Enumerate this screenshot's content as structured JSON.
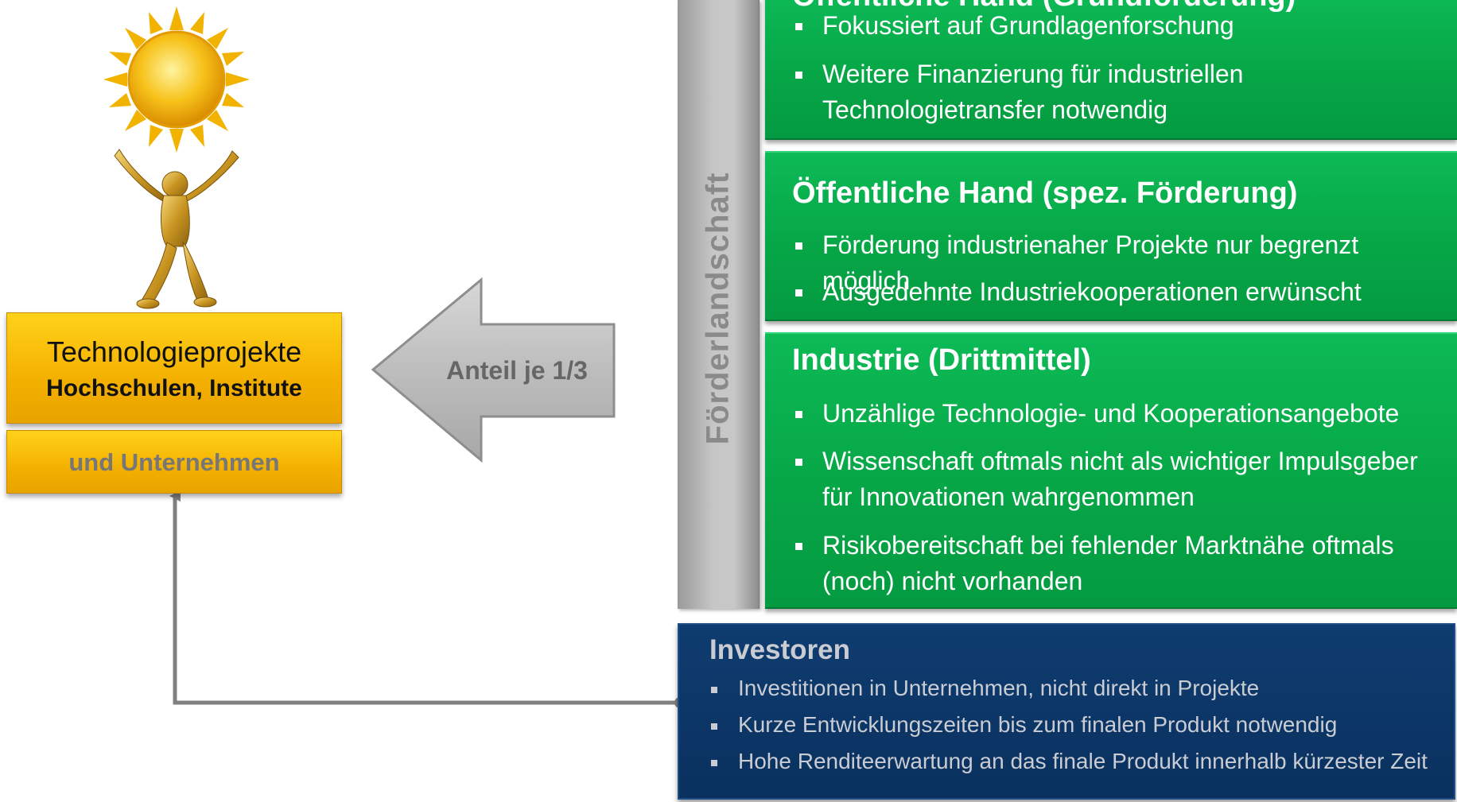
{
  "left": {
    "title": "Technologieprojekte",
    "subtitle": "Hochschulen, Institute",
    "lower": "und Unternehmen"
  },
  "arrow": {
    "label": "Anteil je 1/3"
  },
  "side_bar": {
    "label": "Förderlandschaft"
  },
  "green_boxes": [
    {
      "heading": "Öffentliche Hand (Grundförderung)",
      "bullets": [
        "Fokussiert auf Grundlagenforschung",
        "Weitere Finanzierung für industriellen Technologietransfer notwendig"
      ]
    },
    {
      "heading": "Öffentliche Hand (spez. Förderung)",
      "bullets": [
        "Förderung industrienaher Projekte nur begrenzt möglich",
        "Ausgedehnte Industriekooperationen erwünscht"
      ]
    },
    {
      "heading": "Industrie (Drittmittel)",
      "bullets": [
        "Unzählige Technologie- und Kooperationsangebote",
        "Wissenschaft oftmals nicht als wichtiger Impulsgeber für Innovationen wahrgenommen",
        "Risikobereitschaft bei fehlender Marktnähe oftmals (noch) nicht vorhanden"
      ]
    }
  ],
  "investors": {
    "title": "Investoren",
    "bullets": [
      "Investitionen in Unternehmen, nicht direkt in Projekte",
      "Kurze Entwicklungszeiten bis zum finalen Produkt notwendig",
      "Hohe Renditeerwartung an das finale Produkt innerhalb kürzester Zeit"
    ]
  },
  "colors": {
    "green": "#07a848",
    "navy": "#0a315f",
    "yellow": "#f4b000",
    "gray": "#c7c7c7"
  }
}
